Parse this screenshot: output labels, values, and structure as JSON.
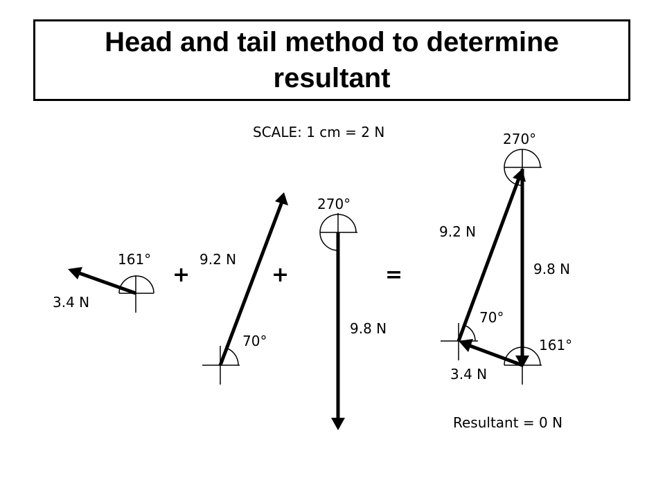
{
  "title": "Head and tail method to determine resultant",
  "scale_label": "SCALE:  1 cm = 2 N",
  "vectors": {
    "a": {
      "magnitude": "3.4 N",
      "angle": "161°"
    },
    "b": {
      "magnitude": "9.2 N",
      "angle": "70°"
    },
    "c": {
      "magnitude": "9.8 N",
      "angle": "270°"
    }
  },
  "operators": {
    "plus": "+",
    "equals": "="
  },
  "sum": {
    "magnitude_92": "9.2 N",
    "magnitude_98": "9.8 N",
    "magnitude_34": "3.4 N",
    "angle_270": "270°",
    "angle_70": "70°",
    "angle_161": "161°",
    "resultant": "Resultant = 0 N"
  }
}
